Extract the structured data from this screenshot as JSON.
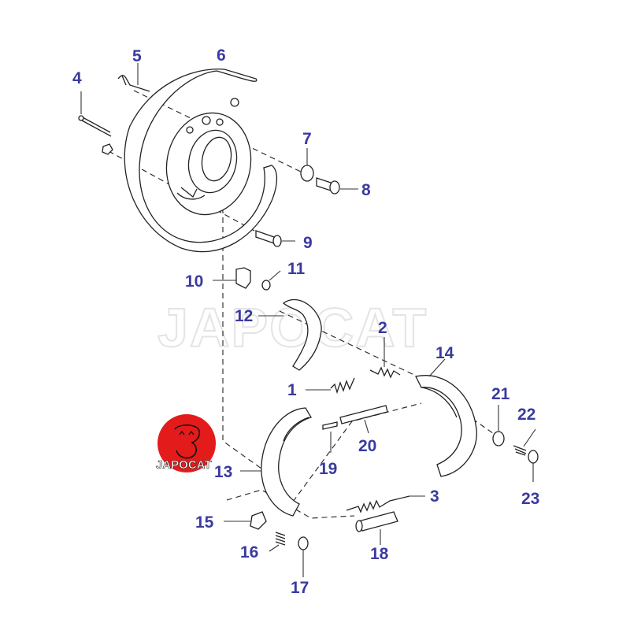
{
  "watermark": "JAPOCAT",
  "logo": {
    "text": "JAPOCAT",
    "color": "#e31b1b"
  },
  "label_color": "#3a3aa0",
  "callouts": [
    "1",
    "2",
    "3",
    "4",
    "5",
    "6",
    "7",
    "8",
    "9",
    "10",
    "11",
    "12",
    "13",
    "14",
    "15",
    "16",
    "17",
    "18",
    "19",
    "20",
    "21",
    "22",
    "23"
  ]
}
